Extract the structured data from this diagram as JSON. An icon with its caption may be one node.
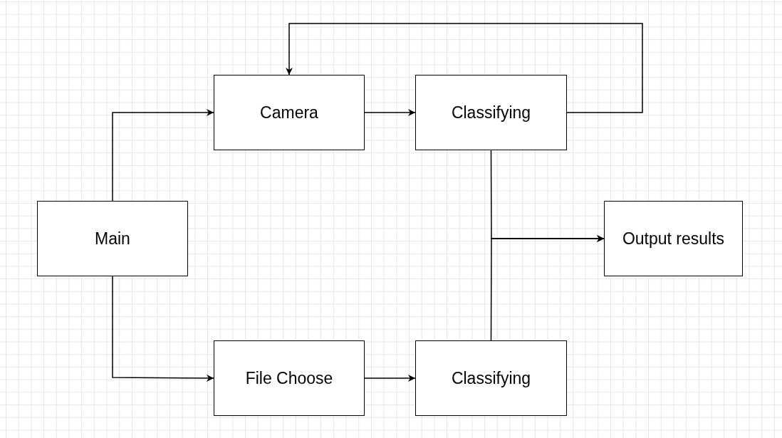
{
  "diagram": {
    "nodes": [
      {
        "text": [
          "Main"
        ]
      },
      {
        "text": [
          "Camera"
        ]
      },
      {
        "text": [
          "Classifying"
        ]
      },
      {
        "text": [
          "File Choose"
        ]
      },
      {
        "text": [
          "Classifying"
        ]
      },
      {
        "text": [
          "Output results"
        ]
      }
    ],
    "edges": [
      {
        "from": 0,
        "to": 1,
        "arrow": "to"
      },
      {
        "from": 0,
        "to": 3,
        "arrow": "to"
      },
      {
        "from": 1,
        "to": 2,
        "arrow": "to"
      },
      {
        "from": 3,
        "to": 4,
        "arrow": "to"
      },
      {
        "from": 2,
        "to": 1,
        "arrow": "to"
      },
      {
        "from": 2,
        "to": 5,
        "arrow": "to"
      },
      {
        "from": 4,
        "to": 5,
        "arrow": "to"
      }
    ]
  }
}
